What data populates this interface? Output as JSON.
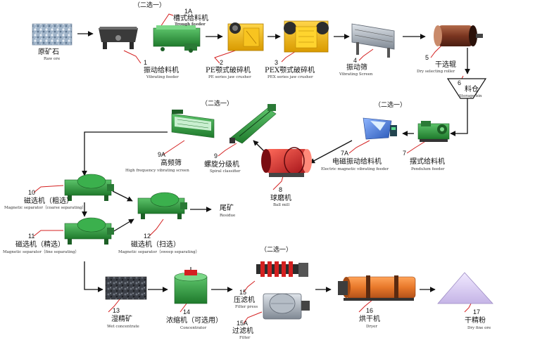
{
  "colors": {
    "arrow": "#111111",
    "leader": "#d42020",
    "machine_green": "#2e9a3e",
    "machine_yellow": "#f2b400",
    "machine_orange": "#e8782a",
    "machine_blue": "#3a6fd0",
    "steel": "#9aa3ad"
  },
  "groups": {
    "g1": "（二选一）",
    "g2": "（二选一）",
    "g3": "（二选一）",
    "g4": "（二选一）"
  },
  "nodes": {
    "ore": {
      "cn": "原矿石",
      "en": "Raw ore"
    },
    "n1": {
      "num": "1",
      "cn": "振动给料机",
      "en": "Vibrating feeder",
      "icon": "vibrating-feeder-icon"
    },
    "n1a": {
      "num": "1A",
      "cn": "槽式给料机",
      "en": "Trough feeder",
      "icon": "trough-feeder-icon"
    },
    "n2": {
      "num": "2",
      "cn": "PE颚式破碎机",
      "en": "PE series jaw crusher",
      "icon": "jaw-crusher-icon"
    },
    "n3": {
      "num": "3",
      "cn": "PEX颚式破碎机",
      "en": "PEX series jaw crusher",
      "icon": "jaw-crusher-icon"
    },
    "n4": {
      "num": "4",
      "cn": "振动筛",
      "en": "Vibrating Screen",
      "icon": "vibrating-screen-icon"
    },
    "n5": {
      "num": "5",
      "cn": "干选辊",
      "en": "Dry selecting roller",
      "icon": "roller-icon"
    },
    "n6": {
      "num": "6",
      "cn": "料仓",
      "en": "Storage bin",
      "icon": "hopper-icon"
    },
    "n7": {
      "num": "7",
      "cn": "摆式给料机",
      "en": "Pendulum feeder",
      "icon": "pendulum-feeder-icon"
    },
    "n7a": {
      "num": "7A",
      "cn": "电磁振动给料机",
      "en": "Electric magnetic vibrating feeder",
      "icon": "electromagnetic-feeder-icon"
    },
    "n8": {
      "num": "8",
      "cn": "球磨机",
      "en": "Ball mill",
      "icon": "ball-mill-icon"
    },
    "n9": {
      "num": "9",
      "cn": "螺旋分级机",
      "en": "Spiral classifier",
      "icon": "spiral-classifier-icon"
    },
    "n9a": {
      "num": "9A",
      "cn": "高频筛",
      "en": "High frequency vibrating screen",
      "icon": "high-frequency-screen-icon"
    },
    "n10": {
      "num": "10",
      "cn": "磁选机（粗选）",
      "en": "Magnetic separator（coarse separating）",
      "icon": "magnetic-separator-icon"
    },
    "n11": {
      "num": "11",
      "cn": "磁选机（精选）",
      "en": "Magnetic separator（fine separating）",
      "icon": "magnetic-separator-icon"
    },
    "n12": {
      "num": "12",
      "cn": "磁选机（扫选）",
      "en": "Magnetic separator（sweep separating）",
      "icon": "magnetic-separator-icon"
    },
    "res": {
      "cn": "尾矿",
      "en": "Residue"
    },
    "n13": {
      "num": "13",
      "cn": "湿精矿",
      "en": "Wet concentrate",
      "icon": "wet-concentrate-icon"
    },
    "n14": {
      "num": "14",
      "cn": "浓缩机（可选用）",
      "en": "Concentrator",
      "icon": "thickener-icon"
    },
    "n15": {
      "num": "15",
      "cn": "压滤机",
      "en": "Filter press",
      "icon": "filter-press-icon"
    },
    "n15a": {
      "num": "15A",
      "cn": "过滤机",
      "en": "Filter",
      "icon": "drum-filter-icon"
    },
    "n16": {
      "num": "16",
      "cn": "烘干机",
      "en": "Dryer",
      "icon": "rotary-dryer-icon"
    },
    "n17": {
      "num": "17",
      "cn": "干精粉",
      "en": "Dry fine ore",
      "icon": "dry-powder-icon"
    }
  }
}
